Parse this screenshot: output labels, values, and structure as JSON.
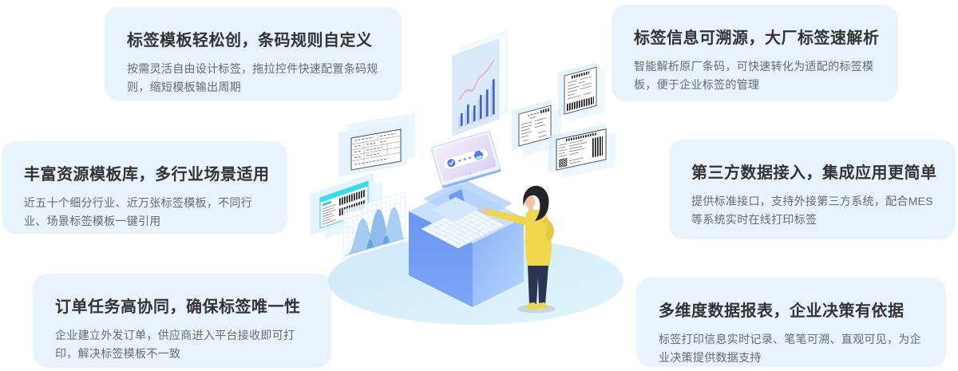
{
  "cards": [
    {
      "title": "标签模板轻松创，条码规则自定义",
      "desc": "按需灵活自由设计标签，拖拉控件快速配置条码规则，缩短模板输出周期"
    },
    {
      "title": "标签信息可溯源，大厂标签速解析",
      "desc": "智能解析原厂条码，可快速转化为适配的标签模板，便于企业标签的管理"
    },
    {
      "title": "丰富资源模板库，多行业场景适用",
      "desc": "近五十个细分行业、近万张标签模板，不同行业、场景标签模板一键引用"
    },
    {
      "title": "第三方数据接入，集成应用更简单",
      "desc": "提供标准接口，支持外接第三方系统，配合MES等系统实时在线打印标签"
    },
    {
      "title": "订单任务高协同，确保标签唯一性",
      "desc": "企业建立外发订单，供应商进入平台接收即可打印，解决标签模板不一致"
    },
    {
      "title": "多维度数据报表，企业决策有依据",
      "desc": "标签打印信息实时记录、笔笔可溯、直观可见，为企业决策提供数据支持"
    }
  ],
  "illustration": {
    "description": "isometric woman operating label printer with monitor, floating barcode labels and charts",
    "icons": [
      "check-circle-icon",
      "printer-icon",
      "barcode-icon",
      "qr-code-icon",
      "bar-chart-icon",
      "area-chart-icon"
    ]
  },
  "colors": {
    "card_bg": "#e9f3fe",
    "title_text": "#333333",
    "desc_text": "#666b74",
    "accent_blue": "#4d7bf2",
    "bar_blue": "#3a5fd9",
    "cyan_header": "#35dee8",
    "pink_line": "#f2a0b5",
    "platform_blue": "#d4ecf9",
    "sweater_yellow": "#f0d74b",
    "pants_navy": "#2b3552"
  }
}
